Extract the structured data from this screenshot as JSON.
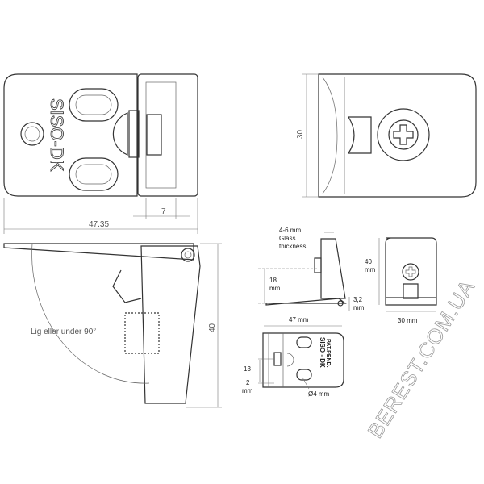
{
  "top_view": {
    "brand": "SISO-DK",
    "dim_total": "47.35",
    "dim_thread": "7"
  },
  "front_view": {
    "dim_height": "30"
  },
  "side_view": {
    "angle_label": "Lig eller under 90°",
    "dim_height": "40"
  },
  "spec_side": {
    "glass_line1": "4-6 mm",
    "glass_line2": "Glass",
    "glass_line3": "thickness",
    "dim_18_value": "18",
    "dim_18_unit": "mm",
    "dim_32_value": "3,2",
    "dim_32_unit": "mm"
  },
  "spec_front": {
    "dim_40_value": "40",
    "dim_40_unit": "mm",
    "dim_30": "30 mm"
  },
  "spec_top": {
    "dim_47": "47 mm",
    "brand": "SISO - DK",
    "patent": "PAT.PEND.",
    "dim_13": "13",
    "dim_2_value": "2",
    "dim_2_unit": "mm",
    "hole": "Ø4 mm"
  },
  "watermark": "BEREST.COM.UA"
}
